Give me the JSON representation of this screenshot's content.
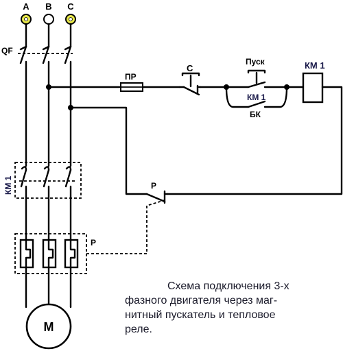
{
  "phases": [
    "A",
    "B",
    "C"
  ],
  "labels": {
    "qf": "QF",
    "km1_main": "КМ 1",
    "km1_coil": "КМ 1",
    "km1_aux": "КМ 1",
    "fuse": "ПР",
    "stop": "С",
    "start": "Пуск",
    "bk": "БК",
    "relay_contact": "Р",
    "relay_heater": "Р",
    "motor": "М"
  },
  "caption": {
    "line1": "Схема подключения 3-х",
    "line2": "фазного двигателя через маг-",
    "line3": "нитный пускатель и тепловое",
    "line4": "реле."
  },
  "colors": {
    "terminal_fill": "#e8e84a",
    "terminal_stroke": "#000000",
    "km1_label": "#1a1a4a",
    "wire": "#000000"
  }
}
